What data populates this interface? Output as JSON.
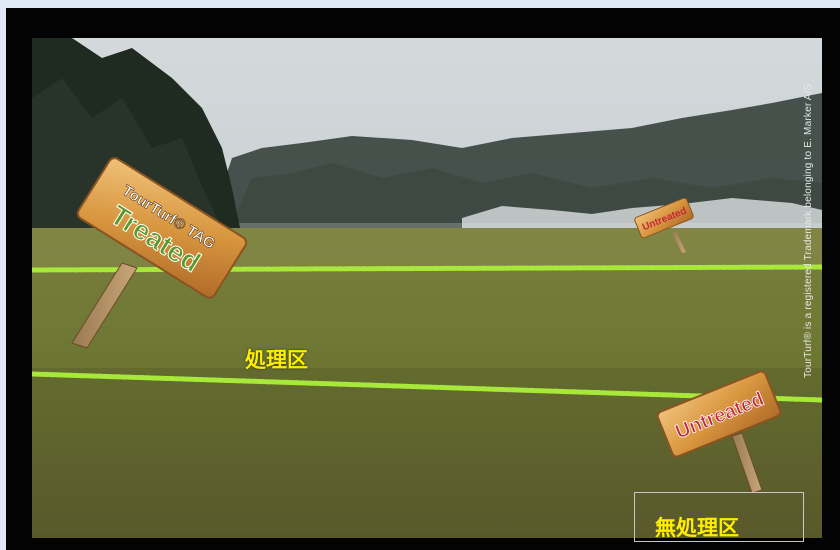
{
  "photo": {
    "description_icons": [
      "treated-sign-icon",
      "untreated-sign-icon"
    ],
    "credit_text": "TourTurf® is a registered Trademark belonging to E. Marker A/S"
  },
  "signs": {
    "treated_brand": "TourTurf® TAG",
    "treated_label": "Treated",
    "untreated_label_far": "Untreated",
    "untreated_label_near": "Untreated"
  },
  "zones": {
    "treated_zone_label": "処理区",
    "untreated_zone_label": "無処理区"
  },
  "colors": {
    "zone_label": "#ffee00",
    "boundary_line": "#a8e83a",
    "treated_text": "#5a9a2a",
    "untreated_text": "#c4263a",
    "sign_wood": "#d89a4a"
  }
}
